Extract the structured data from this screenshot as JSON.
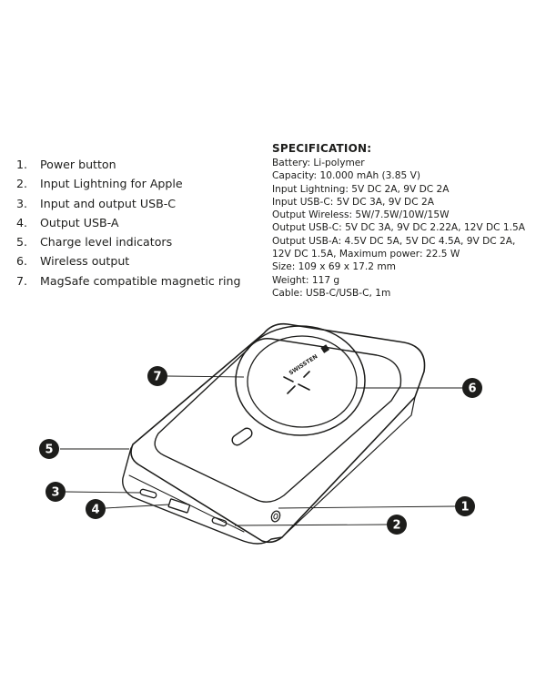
{
  "legend": [
    {
      "num": "1.",
      "text": "Power button"
    },
    {
      "num": "2.",
      "text": "Input Lightning for Apple"
    },
    {
      "num": "3.",
      "text": "Input and output USB-C"
    },
    {
      "num": "4.",
      "text": "Output USB-A"
    },
    {
      "num": "5.",
      "text": "Charge level indicators"
    },
    {
      "num": "6.",
      "text": "Wireless output"
    },
    {
      "num": "7.",
      "text": "MagSafe compatible magnetic ring"
    }
  ],
  "spec": {
    "title": "SPECIFICATION:",
    "lines": [
      "Battery: Li-polymer",
      "Capacity: 10.000 mAh (3.85 V)",
      "Input Lightning: 5V DC 2A, 9V DC 2A",
      "Input USB-C: 5V DC 3A, 9V DC 2A",
      "Output Wireless: 5W/7.5W/10W/15W",
      "Output USB-C: 5V DC 3A, 9V DC 2.22A, 12V DC 1.5A",
      "Output USB-A: 4.5V DC 5A, 5V DC 4.5A, 9V DC 2A,",
      "12V DC 1.5A, Maximum power: 22.5 W",
      "Size: 109 x 69 x 17.2 mm",
      "Weight: 117 g",
      "Cable: USB-C/USB-C, 1m"
    ]
  },
  "diagram": {
    "brand": "SWISSTEN",
    "callouts": [
      "7",
      "6",
      "5",
      "3",
      "4",
      "1",
      "2"
    ]
  }
}
